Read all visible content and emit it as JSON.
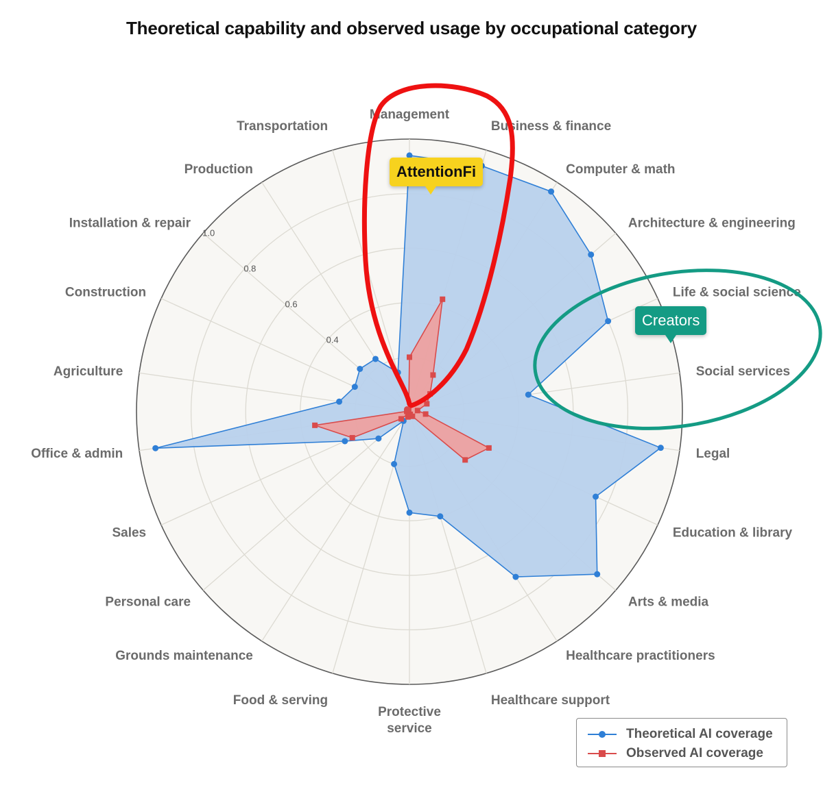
{
  "chart_data": {
    "type": "radar",
    "title": "Theoretical capability and observed usage by occupational category",
    "categories": [
      "Management",
      "Business & finance",
      "Computer & math",
      "Architecture & engineering",
      "Life & social science",
      "Social services",
      "Legal",
      "Education & library",
      "Arts & media",
      "Healthcare practitioners",
      "Healthcare support",
      "Protective service",
      "Food & serving",
      "Grounds maintenance",
      "Personal care",
      "Sales",
      "Office & admin",
      "Agriculture",
      "Construction",
      "Installation & repair",
      "Production",
      "Transportation"
    ],
    "radial_ticks": [
      "0.4",
      "0.6",
      "0.8",
      "1.0"
    ],
    "radial_range": [
      0,
      1.0
    ],
    "series": [
      {
        "name": "Theoretical AI coverage",
        "color": "#2f7fd6",
        "fill": "#b8d1ec",
        "marker": "circle",
        "values": [
          0.94,
          0.94,
          0.96,
          0.88,
          0.8,
          0.44,
          0.93,
          0.75,
          0.91,
          0.72,
          0.4,
          0.37,
          0.2,
          0.04,
          0.15,
          0.26,
          0.94,
          0.26,
          0.22,
          0.24,
          0.23,
          0.15
        ]
      },
      {
        "name": "Observed AI coverage",
        "color": "#d94b4b",
        "fill": "#ef9e9c",
        "marker": "square",
        "values": [
          0.2,
          0.43,
          0.16,
          0.1,
          0.07,
          0.03,
          0.06,
          0.32,
          0.27,
          0.02,
          0.01,
          0.01,
          0.02,
          0.01,
          0.04,
          0.23,
          0.35,
          0.01,
          0.01,
          0.01,
          0.01,
          0.01
        ]
      }
    ],
    "legend_position": "bottom-right",
    "grid": true
  },
  "annotations": {
    "attention_label": "AttentionFi",
    "creators_label": "Creators",
    "attention_outline_color": "#ee1111",
    "creators_outline_color": "#149b84"
  }
}
